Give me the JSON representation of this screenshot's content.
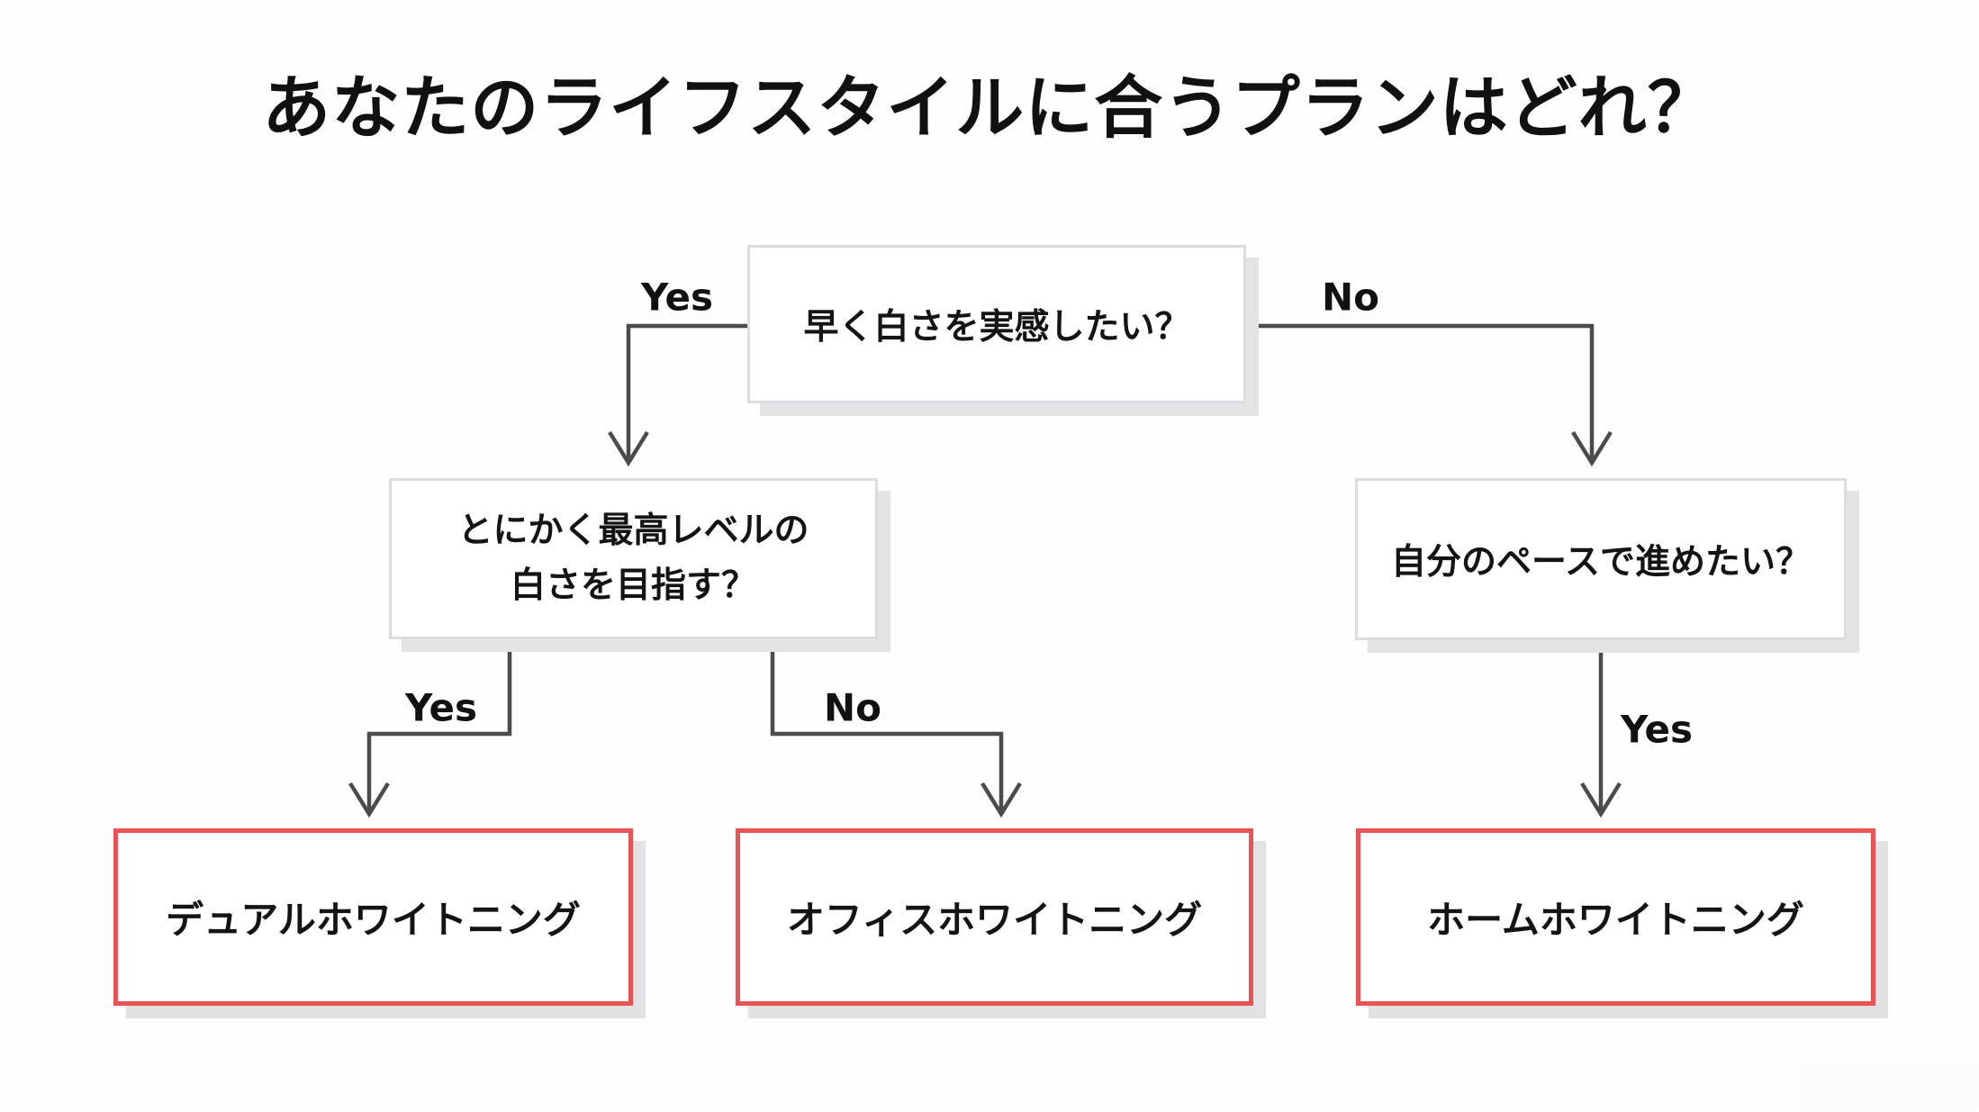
{
  "title": "あなたのライフスタイルに合うプランはどれ？",
  "colors": {
    "background": "#fefefe",
    "connector": "#4b4b4b",
    "question_border": "#dcdce0",
    "result_border": "#e95355",
    "box_shadow": "#e4e4e6",
    "text": "#141414"
  },
  "nodes": {
    "q1": {
      "text": "早く白さを実感したい？"
    },
    "q2": {
      "text": "とにかく最高レベルの\n白さを目指す？"
    },
    "q3": {
      "text": "自分のペースで進めたい？"
    },
    "r1": {
      "text": "デュアルホワイトニング"
    },
    "r2": {
      "text": "オフィスホワイトニング"
    },
    "r3": {
      "text": "ホームホワイトニング"
    }
  },
  "labels": {
    "q1_yes": "Yes",
    "q1_no": "No",
    "q2_yes": "Yes",
    "q2_no": "No",
    "q3_yes": "Yes"
  }
}
